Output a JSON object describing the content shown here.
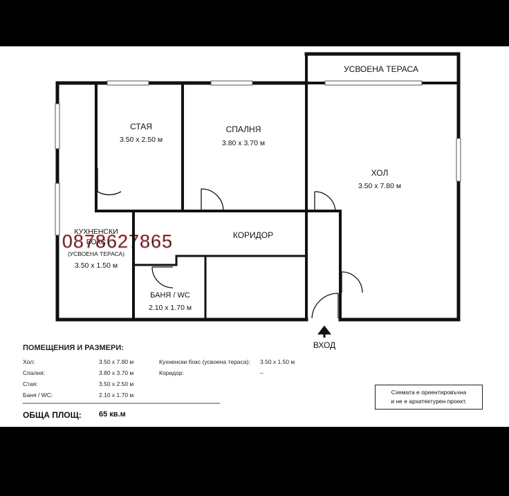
{
  "rooms": {
    "terrace": {
      "name": "УСВОЕНА ТЕРАСА"
    },
    "room": {
      "name": "СТАЯ",
      "size": "3.50 x 2.50 м"
    },
    "bedroom": {
      "name": "СПАЛНЯ",
      "size": "3.80 x 3.70 м"
    },
    "living": {
      "name": "ХОЛ",
      "size": "3.50 x 7.80 м"
    },
    "corridor": {
      "name": "КОРИДОР"
    },
    "kitchen": {
      "name_line1": "КУХНЕНСКИ",
      "name_line2": "БОКС",
      "name_line3": "(УСВОЕНА ТЕРАСА)",
      "size": "3.50 x 1.50 м"
    },
    "bath": {
      "name": "БАНЯ / WC",
      "size": "2.10 x 1.70 м"
    }
  },
  "entrance": {
    "label": "ВХОД"
  },
  "watermark": {
    "text": "0878627865",
    "color": "#e8808a"
  },
  "legend": {
    "title": "ПОМЕЩЕНИЯ И РАЗМЕРИ:",
    "left": [
      {
        "name": "Хол:",
        "value": "3.50 x 7.80 м"
      },
      {
        "name": "Спалня:",
        "value": "3.80 x 3.70 м"
      },
      {
        "name": "Стая:",
        "value": "3.50 x 2.50 м"
      },
      {
        "name": "Баня / WC:",
        "value": "2.10 x 1.70 м"
      }
    ],
    "right": [
      {
        "name": "Кухненски бокс (усвоена тераса):",
        "value": "3.50 x 1.50 м"
      },
      {
        "name": "Коридор:",
        "value": "–"
      }
    ],
    "total_label": "ОБЩА ПЛОЩ:",
    "total_value": "65 кв.м"
  },
  "note": {
    "line1": "Схемата е ориентировъчна",
    "line2": "и не е архитектурен проект."
  }
}
